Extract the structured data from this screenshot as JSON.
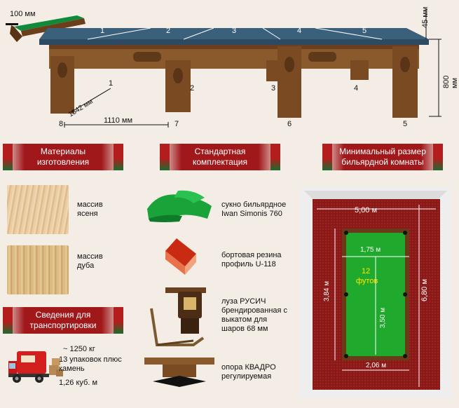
{
  "table": {
    "rail_width_label": "100 мм",
    "rail_height_label": "45 мм",
    "table_height_label": "800 мм",
    "depth_label": "1542 мм",
    "width_label": "1110 мм",
    "slate_numbers": [
      "1",
      "2",
      "3",
      "4",
      "5"
    ],
    "leg_numbers_front": [
      "1",
      "2",
      "3",
      "4"
    ],
    "leg_numbers_bottom": [
      "8",
      "7",
      "6",
      "5"
    ]
  },
  "materials": {
    "header": "Материалы изготовления",
    "items": [
      {
        "label": "массив ясеня"
      },
      {
        "label": "массив дуба"
      }
    ]
  },
  "transport": {
    "header": "Сведения для транспортировки",
    "weight": "~ 1250 кг",
    "packages": "13 упаковок плюс камень",
    "volume": "1,26 куб. м"
  },
  "equipment": {
    "header": "Стандартная комплектация",
    "items": [
      {
        "label": "сукно бильярдное Iwan Simonis 760"
      },
      {
        "label": "бортовая резина профиль U-118"
      },
      {
        "label": "луза РУСИЧ брендированная с выкатом для шаров 68 мм"
      },
      {
        "label": "опора КВАДРО регулируемая"
      }
    ]
  },
  "room": {
    "header": "Минимальный размер бильярдной комнаты",
    "room_width": "5,00 м",
    "room_length": "6,80 м",
    "inner_width": "1,75 м",
    "inner_length": "3,50 м",
    "table_width": "2,06 м",
    "table_length": "3,84 м",
    "size_number": "12",
    "size_unit": "футов"
  },
  "colors": {
    "header_red": "#a1181b",
    "cloth_green": "#1b9b2a",
    "slate_blue": "#3a607c",
    "wood": "#7a4a22",
    "carpet": "#8a1a18"
  }
}
